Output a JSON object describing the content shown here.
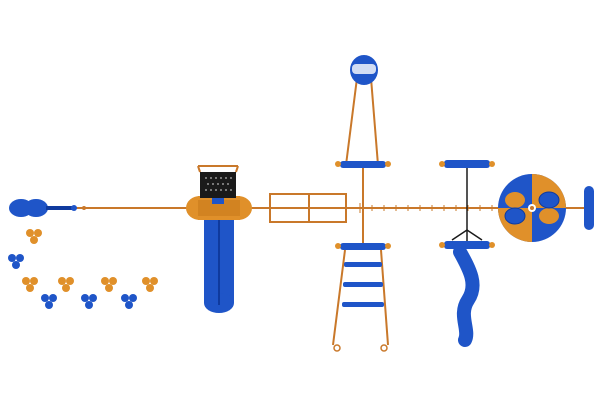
{
  "scene": {
    "description_visible_text": "",
    "colors": {
      "blue": "#1f55c8",
      "blue_dark": "#0f3a9e",
      "orange": "#e0902a",
      "orange_dark": "#b86c10",
      "rail": "#c9782a",
      "panel": "#1a1a1a",
      "white": "#ffffff"
    },
    "components": [
      {
        "name": "twin-ring-seat"
      },
      {
        "name": "stepping-pods"
      },
      {
        "name": "tower-with-slide"
      },
      {
        "name": "frame-panel"
      },
      {
        "name": "ladder-climber"
      },
      {
        "name": "swing-arch"
      },
      {
        "name": "wavy-slide"
      },
      {
        "name": "spinner-disc"
      },
      {
        "name": "end-capsule"
      }
    ]
  }
}
